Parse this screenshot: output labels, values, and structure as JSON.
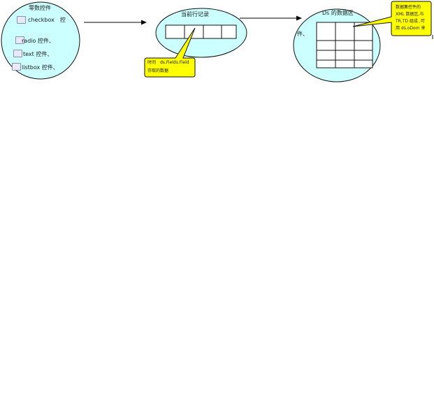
{
  "panel_left": {
    "title": "零数控件",
    "items": [
      {
        "label": "checkbox　控",
        "icon": "checkbox-icon"
      },
      {
        "label": "radio 控件、",
        "icon": "radio-icon"
      },
      {
        "label": "text 控件、",
        "icon": "textbox-icon"
      },
      {
        "label": "listbox 控件、",
        "icon": "listbox-icon"
      }
    ]
  },
  "panel_middle": {
    "title": "当前行记录",
    "callout_line1": "时间　ds.Fields.Field",
    "callout_line2": "存取的数据"
  },
  "panel_right": {
    "title": "Ds 的数据区",
    "side_label": "件、",
    "callout_lines": [
      "数据集控件的",
      "XML 数据区,与",
      "TR,TD 组成 ,可",
      "用 ds.oDom 来"
    ]
  },
  "colors": {
    "bubble": "#ccffff",
    "callout": "#ffff00",
    "stroke": "#000000"
  }
}
